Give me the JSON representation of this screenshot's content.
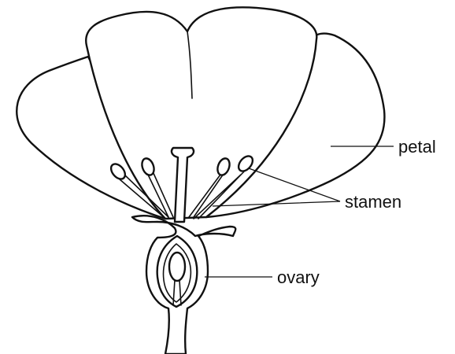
{
  "labels": {
    "petal": "petal",
    "stamen": "stamen",
    "ovary": "ovary"
  },
  "colors": {
    "line": "#111111",
    "background": "#ffffff"
  }
}
